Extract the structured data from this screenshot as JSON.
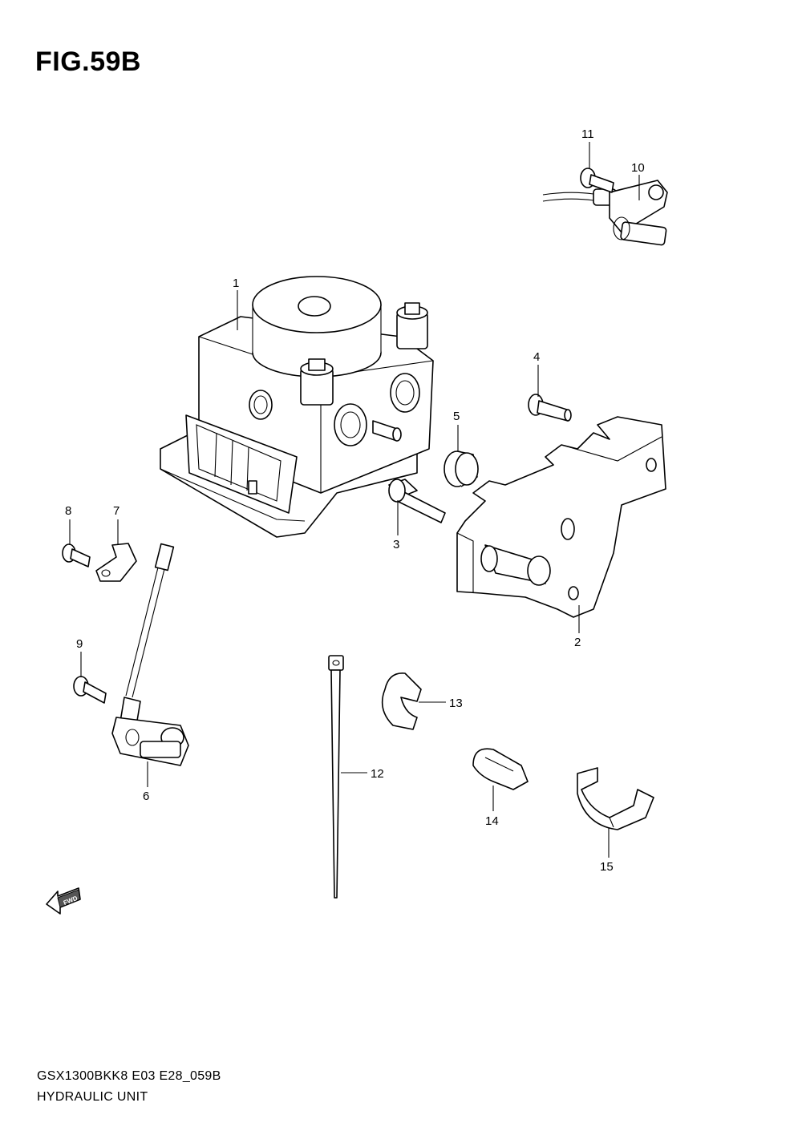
{
  "figure": {
    "title": "FIG.59B"
  },
  "footer": {
    "model_code": "GSX1300BKK8 E03 E28_059B",
    "section_name": "HYDRAULIC UNIT"
  },
  "fwd_label": "FWD",
  "callouts": [
    "1",
    "2",
    "3",
    "4",
    "5",
    "6",
    "7",
    "8",
    "9",
    "10",
    "11",
    "12",
    "13",
    "14",
    "15"
  ]
}
